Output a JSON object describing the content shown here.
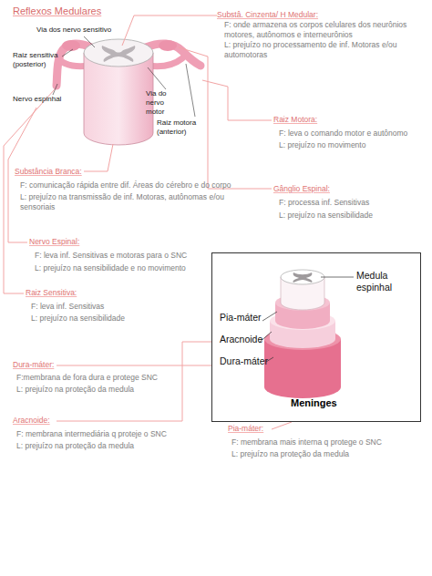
{
  "diagram": {
    "title": "Reflexos Medulares",
    "nodes": [
      {
        "text": [
          "Medula espinhal",
          "Pia-máter",
          "Aracnoide",
          "Dura-máter",
          "Meninges"
        ]
      }
    ],
    "labels": [
      "Substâ. Cinzenta/ H Medular:",
      "F: onde armazena os corpos celulares dos neurônios motores, autônomos e interneurônios",
      "L: prejuízo no processamento de inf. Motoras e/ou automotoras",
      "Via dos nervo sensitivo",
      "Raiz sensitiva (posterior)",
      "Nervo espinhal",
      "Via do nervo motor",
      "Raiz motora (anterior)",
      "Raiz Motora:",
      "F: leva o comando motor e autônomo",
      "L: prejuízo no movimento",
      "Substância Branca:",
      "F: comunicação rápida entre dif. Áreas do cérebro e do corpo",
      "L: prejuízo na transmissão de inf. Motoras, autônomas e/ou sensoriais",
      "Gânglio Espinal:",
      "F: processa inf. Sensitivas",
      "L: prejuízo na sensibilidade",
      "Nervo Espinal:",
      "F: leva inf. Sensitivas e motoras para o SNC",
      "L: prejuízo na sensibilidade e no movimento",
      "Raiz Sensitiva:",
      "F: leva inf. Sensitivas",
      "L: prejuízo na sensibilidade",
      "Dura-máter:",
      "F:membrana de fora dura e protege SNC",
      "L: prejuízo na proteção da medula",
      "Aracnoide:",
      "F: membrana intermediária q proteje o SNC",
      "L: prejuízo na proteção da medula",
      "Pia-máter:",
      "F: membrana mais interna q protege o SNC",
      "L: prejuízo na proteção da medula"
    ]
  }
}
